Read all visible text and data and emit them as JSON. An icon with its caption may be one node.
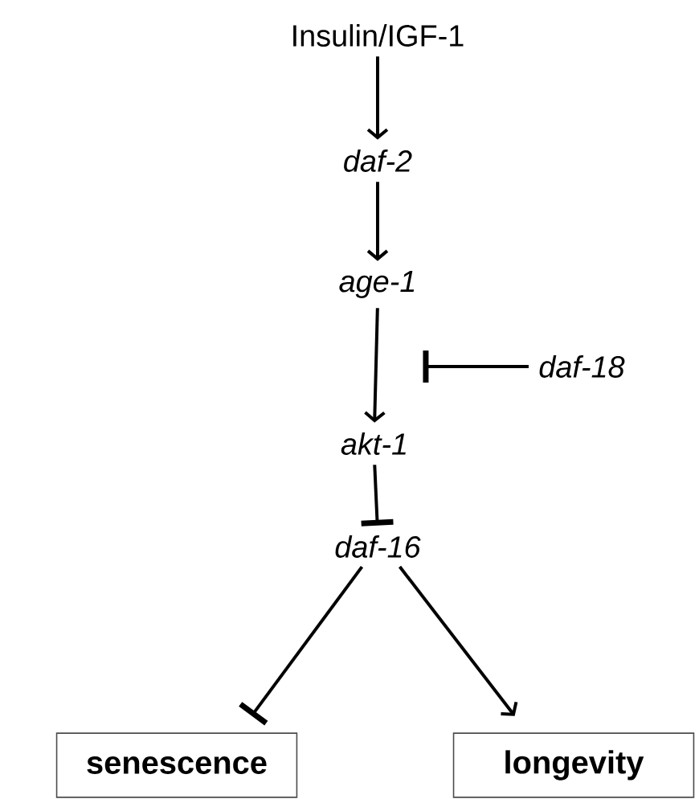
{
  "diagram": {
    "nodes": [
      {
        "text": [
          "Insulin/IGF-1"
        ]
      },
      {
        "text": [
          "daf-2"
        ]
      },
      {
        "text": [
          "age-1"
        ]
      },
      {
        "text": [
          "daf-18"
        ]
      },
      {
        "text": [
          "akt-1"
        ]
      },
      {
        "text": [
          "daf-16"
        ]
      },
      {
        "text": [
          "senescence"
        ]
      },
      {
        "text": [
          "longevity"
        ]
      }
    ],
    "edges": [
      {
        "from": 0,
        "to": 1,
        "arrow": "to"
      },
      {
        "from": 1,
        "to": 2,
        "arrow": "to"
      },
      {
        "from": 2,
        "to": 4,
        "arrow": "to"
      },
      {
        "from": 3,
        "to": null,
        "arrow": "other"
      },
      {
        "from": 4,
        "to": 5,
        "arrow": "other"
      },
      {
        "from": 5,
        "to": 6,
        "arrow": "other"
      },
      {
        "from": 5,
        "to": 7,
        "arrow": "to"
      }
    ]
  }
}
